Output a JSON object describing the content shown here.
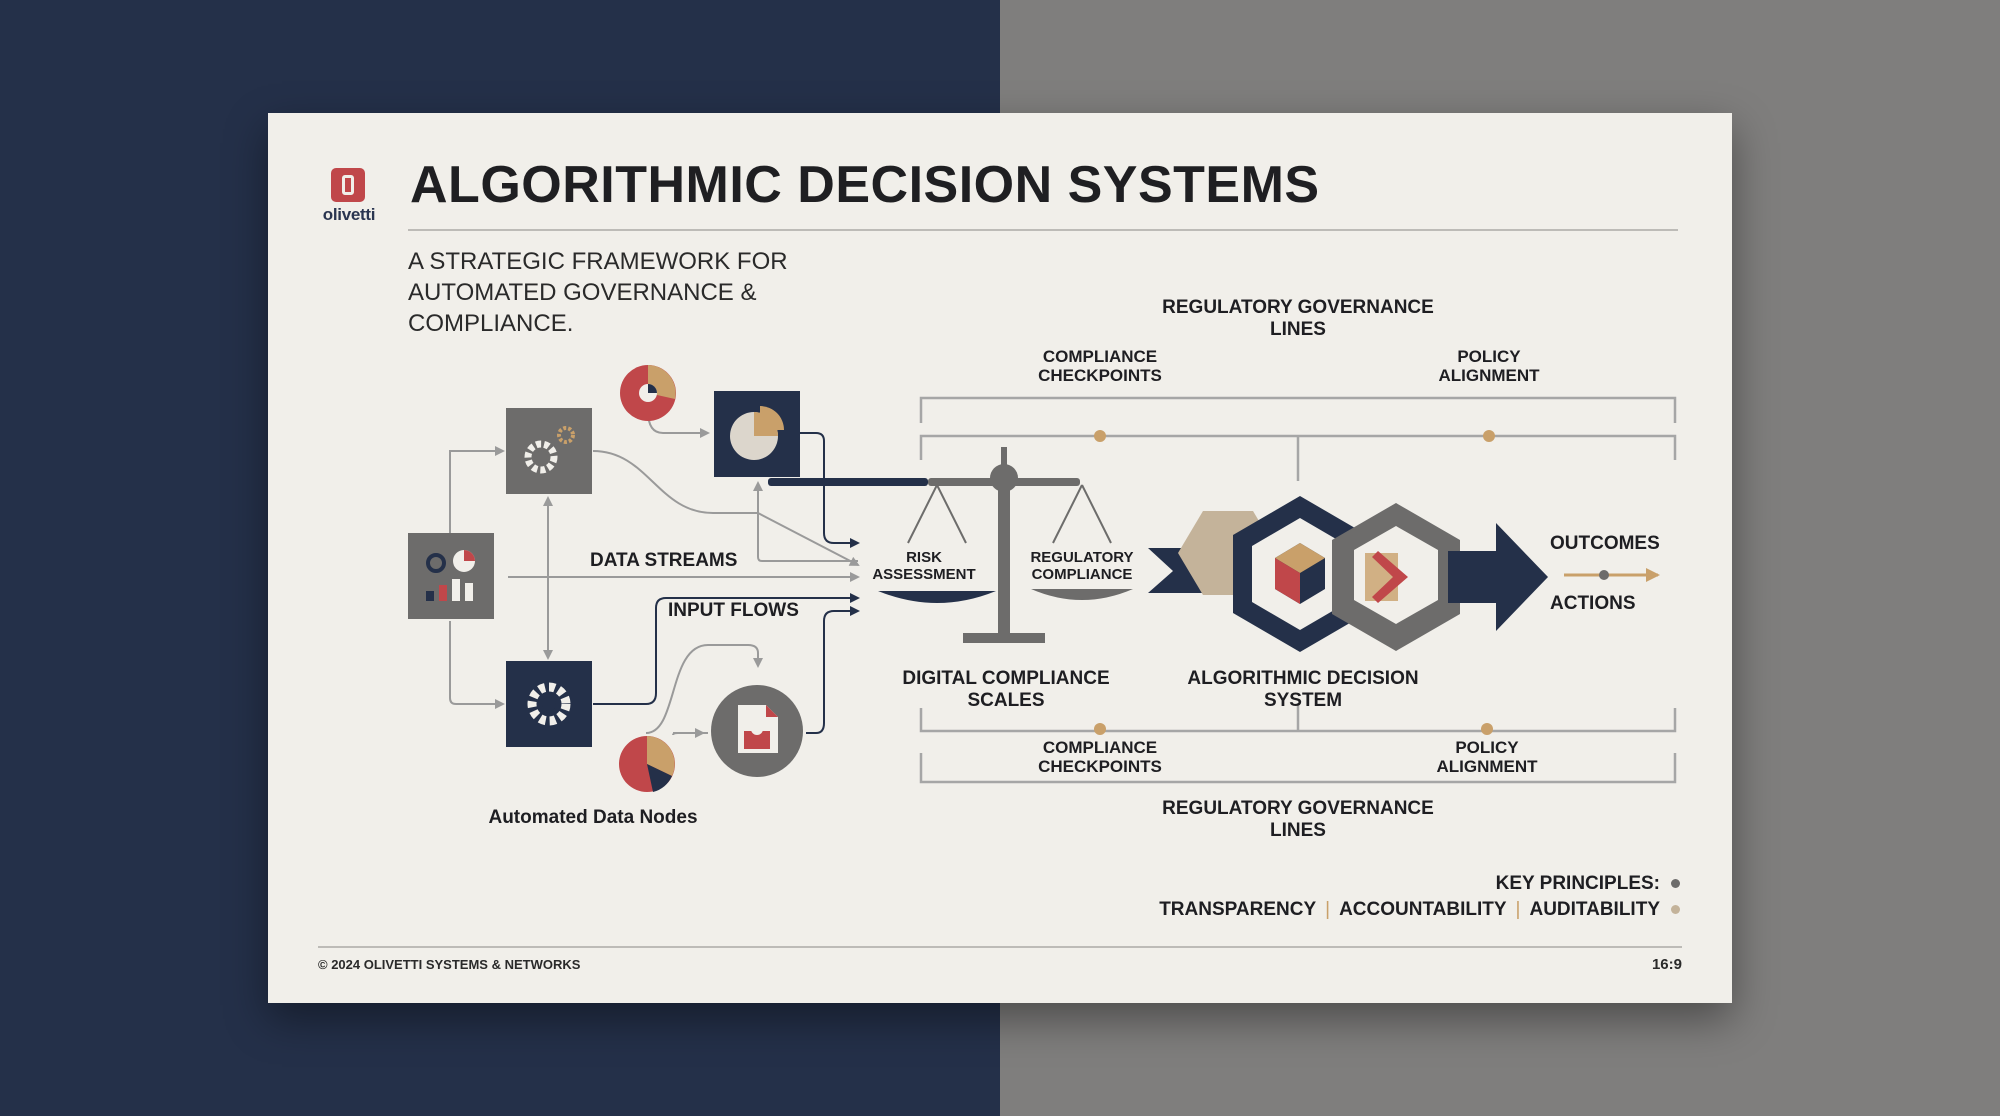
{
  "brand": {
    "logo_text": "olivetti"
  },
  "title": "ALGORITHMIC DECISION SYSTEMS",
  "subtitle": "A STRATEGIC FRAMEWORK FOR AUTOMATED GOVERNANCE & COMPLIANCE.",
  "left_flow": {
    "data_streams_label": "DATA STREAMS",
    "input_flows_label": "INPUT FLOWS",
    "nodes_caption": "Automated Data Nodes"
  },
  "scales": {
    "left_pan_label": "RISK ASSESSMENT",
    "right_pan_label": "REGULATORY COMPLIANCE",
    "caption": "DIGITAL COMPLIANCE SCALES"
  },
  "decision_system": {
    "caption": "ALGORITHMIC DECISION SYSTEM"
  },
  "outputs": {
    "outcomes": "OUTCOMES",
    "actions": "ACTIONS"
  },
  "governance_top": {
    "title": "REGULATORY GOVERNANCE LINES",
    "left": "COMPLIANCE CHECKPOINTS",
    "right": "POLICY ALIGNMENT"
  },
  "governance_bottom": {
    "title": "REGULATORY GOVERNANCE LINES",
    "left": "COMPLIANCE CHECKPOINTS",
    "right": "POLICY ALIGNMENT"
  },
  "principles": {
    "label": "KEY PRINCIPLES:",
    "items": [
      "TRANSPARENCY",
      "ACCOUNTABILITY",
      "AUDITABILITY"
    ]
  },
  "footer": {
    "copyright": "© 2024 OLIVETTI SYSTEMS & NETWORKS",
    "ratio": "16:9"
  },
  "colors": {
    "navy": "#243049",
    "gray": "#6d6c6b",
    "red": "#c0474a",
    "gold": "#c9a06a",
    "paper": "#f1efea",
    "line": "#a6a6a6"
  }
}
